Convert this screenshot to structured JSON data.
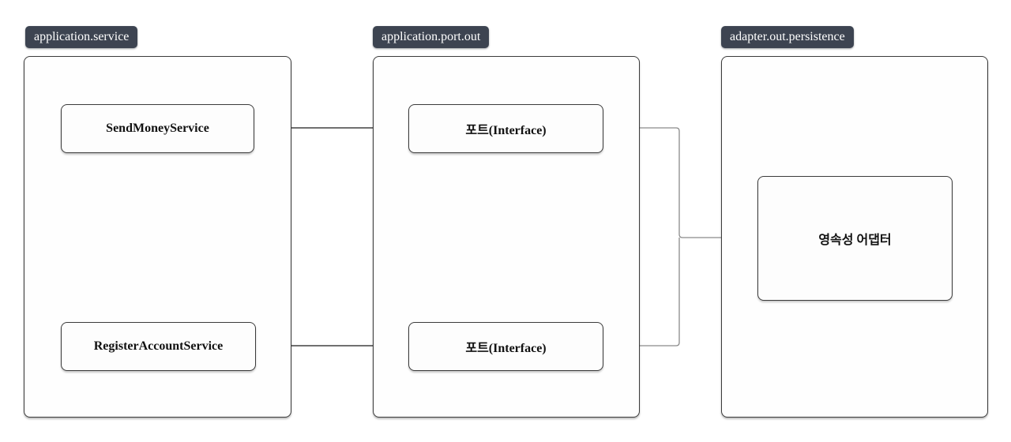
{
  "groups": [
    {
      "badge": "application.service",
      "nodes": [
        {
          "label": "SendMoneyService"
        },
        {
          "label": "RegisterAccountService"
        }
      ]
    },
    {
      "badge": "application.port.out",
      "nodes": [
        {
          "label": "포트(Interface)"
        },
        {
          "label": "포트(Interface)"
        }
      ]
    },
    {
      "badge": "adapter.out.persistence",
      "nodes": [
        {
          "label": "영속성 어댑터"
        }
      ]
    }
  ],
  "edges": [
    {
      "from": "SendMoneyService",
      "to": "포트(Interface) top",
      "style": "solid line, filled arrowhead"
    },
    {
      "from": "RegisterAccountService",
      "to": "포트(Interface) bottom",
      "style": "solid line, filled arrowhead"
    },
    {
      "from": "영속성 어댑터",
      "to": "포트(Interface) top",
      "style": "solid line, open arrowhead"
    },
    {
      "from": "영속성 어댑터",
      "to": "포트(Interface) bottom",
      "style": "solid line, open arrowhead"
    }
  ],
  "colors": {
    "badge_bg": "#3d4451",
    "badge_text": "#ffffff",
    "node_border": "#3b3b3b",
    "edge_dark": "#404040",
    "edge_light": "#8a8a8a",
    "background": "#ffffff"
  }
}
